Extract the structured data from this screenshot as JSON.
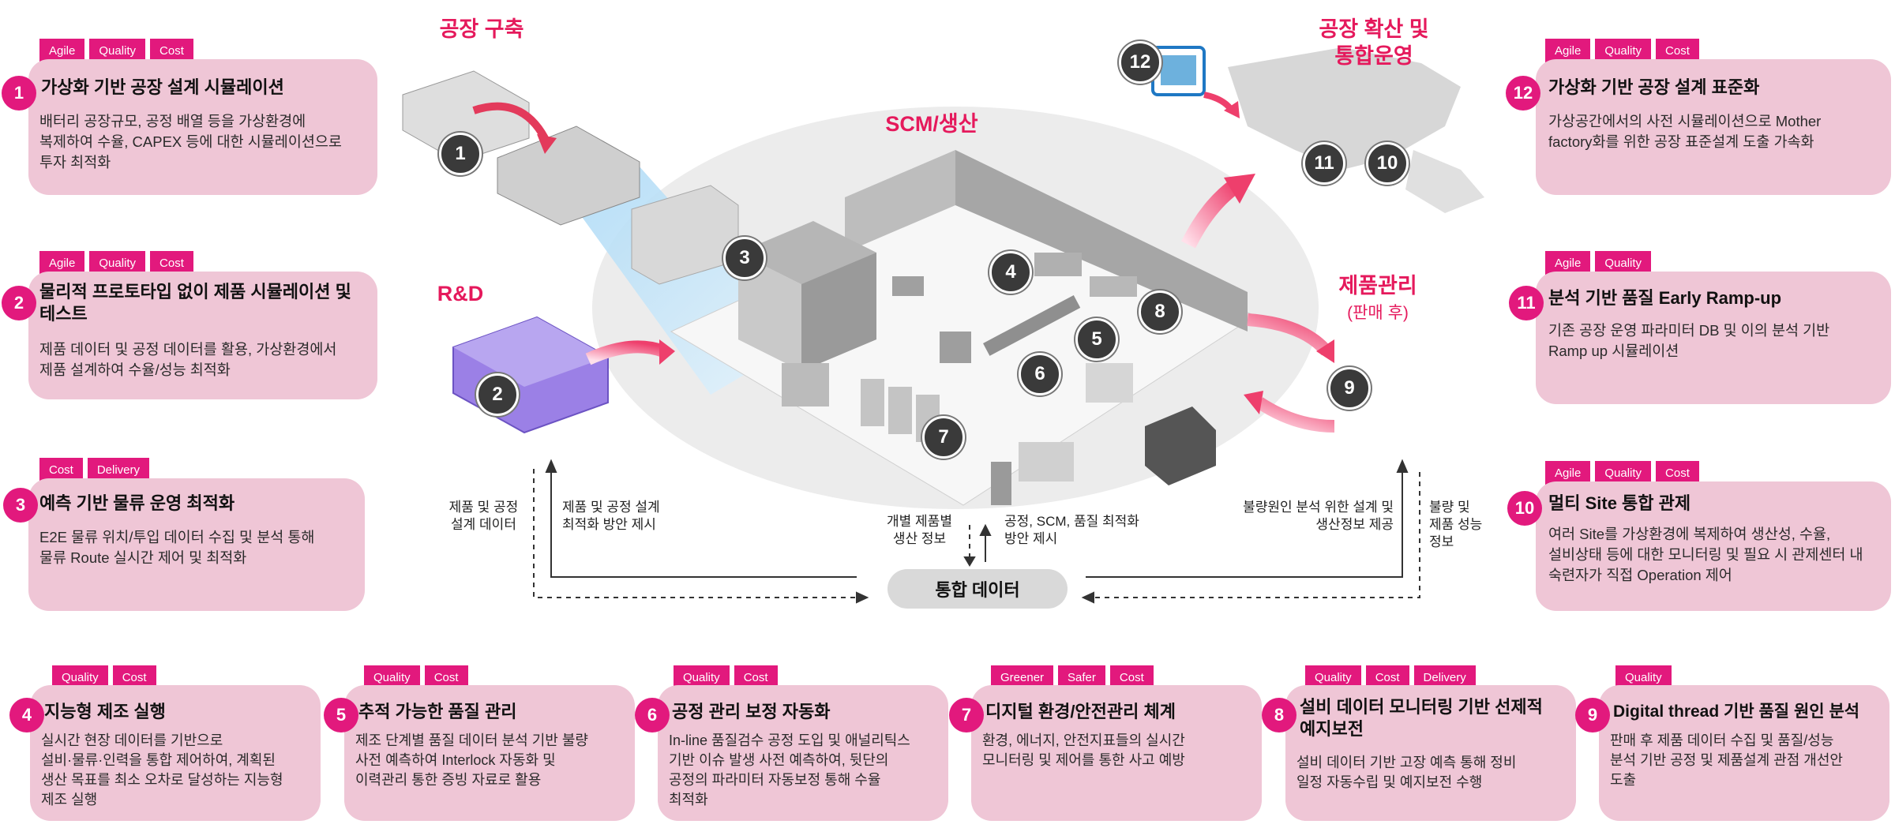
{
  "stage_labels": {
    "factory_build": "공장 구축",
    "scm": "SCM/생산",
    "rnd": "R&D",
    "expansion": "공장 확산 및\n통합운영",
    "product_mgmt": "제품관리",
    "product_mgmt_sub": "(판매 후)"
  },
  "integrated_data": "통합 데이터",
  "flow_labels": {
    "design_data": "제품 및 공정\n설계 데이터",
    "design_opt": "제품 및 공정 설계\n최적화 방안 제시",
    "unit_info": "개별 제품별\n생산 정보",
    "process_opt": "공정, SCM, 품질 최적화\n방안 제시",
    "defect_info": "불량원인 분석 위한 설계 및\n생산정보 제공",
    "perf_info": "불량 및\n제품 성능\n정보"
  },
  "badges": [
    "1",
    "2",
    "3",
    "4",
    "5",
    "6",
    "7",
    "8",
    "9",
    "10",
    "11",
    "12"
  ],
  "cards": [
    {
      "num": "1",
      "tags": [
        "Agile",
        "Quality",
        "Cost"
      ],
      "title": "가상화 기반 공장 설계 시뮬레이션",
      "desc": "배터리 공장규모, 공정 배열 등을 가상환경에\n복제하여 수율, CAPEX 등에 대한 시뮬레이션으로\n투자 최적화"
    },
    {
      "num": "2",
      "tags": [
        "Agile",
        "Quality",
        "Cost"
      ],
      "title": "물리적 프로토타입 없이 제품 시뮬레이션 및\n테스트",
      "desc": "제품 데이터 및 공정 데이터를 활용, 가상환경에서\n제품 설계하여 수율/성능 최적화"
    },
    {
      "num": "3",
      "tags": [
        "Cost",
        "Delivery"
      ],
      "title": "예측 기반 물류 운영 최적화",
      "desc": "E2E 물류 위치/투입 데이터 수집 및 분석 통해\n물류 Route 실시간 제어 및 최적화"
    },
    {
      "num": "12",
      "tags": [
        "Agile",
        "Quality",
        "Cost"
      ],
      "title": "가상화 기반 공장 설계 표준화",
      "desc": "가상공간에서의 사전 시뮬레이션으로 Mother\nfactory화를 위한 공장 표준설계 도출 가속화"
    },
    {
      "num": "11",
      "tags": [
        "Agile",
        "Quality"
      ],
      "title": "분석 기반 품질 Early Ramp-up",
      "desc": "기존 공장 운영 파라미터 DB 및 이의 분석 기반\nRamp up 시뮬레이션"
    },
    {
      "num": "10",
      "tags": [
        "Agile",
        "Quality",
        "Cost"
      ],
      "title": "멀티 Site 통합 관제",
      "desc": "여러 Site를 가상환경에 복제하여 생산성, 수율,\n설비상태 등에 대한 모니터링 및 필요 시 관제센터 내\n숙련자가 직접 Operation 제어"
    },
    {
      "num": "4",
      "tags": [
        "Quality",
        "Cost"
      ],
      "title": "지능형 제조 실행",
      "desc": "실시간 현장 데이터를 기반으로\n설비·물류·인력을 통합 제어하여, 계획된\n생산 목표를 최소 오차로 달성하는 지능형\n제조 실행"
    },
    {
      "num": "5",
      "tags": [
        "Quality",
        "Cost"
      ],
      "title": "추적 가능한 품질 관리",
      "desc": "제조 단계별 품질 데이터 분석 기반 불량\n사전 예측하여 Interlock 자동화 및\n이력관리 통한 증빙 자료로 활용"
    },
    {
      "num": "6",
      "tags": [
        "Quality",
        "Cost"
      ],
      "title": "공정 관리 보정 자동화",
      "desc": "In-line 품질검수 공정 도입 및 애널리틱스\n기반 이슈 발생 사전 예측하여, 뒷단의\n공정의 파라미터 자동보정 통해 수율\n최적화"
    },
    {
      "num": "7",
      "tags": [
        "Greener",
        "Safer",
        "Cost"
      ],
      "title": "디지털 환경/안전관리 체계",
      "desc": "환경, 에너지, 안전지표들의 실시간\n모니터링 및 제어를 통한 사고 예방"
    },
    {
      "num": "8",
      "tags": [
        "Quality",
        "Cost",
        "Delivery"
      ],
      "title": "설비 데이터 모니터링 기반 선제적\n예지보전",
      "desc": "설비 데이터 기반 고장 예측 통해 정비\n일정 자동수립 및 예지보전 수행"
    },
    {
      "num": "9",
      "tags": [
        "Quality"
      ],
      "title": "Digital thread 기반 품질 원인 분석",
      "desc": "판매 후 제품 데이터 수집 및 품질/성능\n분석 기반 공정 및 제품설계 관점 개선안\n도출"
    }
  ]
}
